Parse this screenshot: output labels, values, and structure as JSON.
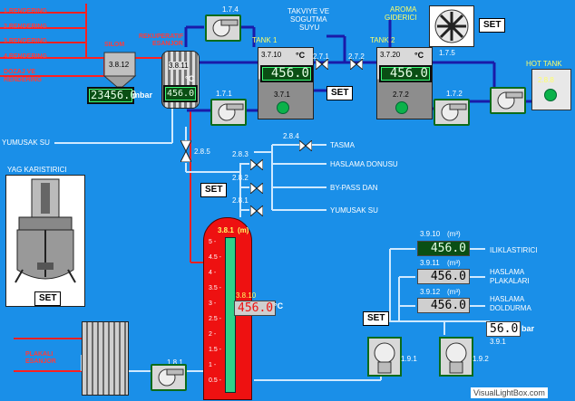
{
  "top_left_inputs": [
    "1.RENDERING",
    "2.RENDERING",
    "3.RENDERING",
    "4.RENDERING",
    "5.RENDERING"
  ],
  "dosing_input": [
    "DOZAJ VE",
    "RENDERING"
  ],
  "silo": {
    "name": "SILOM",
    "tag": "3.8.12",
    "pressure": "23456.0",
    "pressure_unit": "mbar"
  },
  "heat_exchanger": {
    "name": [
      "REKUPERATIF",
      "ESANJOR"
    ],
    "tag": "3.8.11",
    "temp_unit": "°C",
    "value": "456.0"
  },
  "pump_174": "1.7.4",
  "cooling_label": [
    "TAKVIYE VE",
    "SOGUTMA",
    "SUYU"
  ],
  "aroma_label": [
    "AROMA",
    "GIDERICI"
  ],
  "fan_tag": "1.7.5",
  "hot_tank_label": "HOT TANK",
  "hot_tank_tag": "2.8.8",
  "tank1": {
    "name": "TANK 1",
    "tag": "3.7.10",
    "unit": "°C",
    "value": "456.0",
    "level_tag": "3.7.1"
  },
  "tank2": {
    "name": "TANK 2",
    "tag": "3.7.20",
    "unit": "°C",
    "value": "456.0",
    "level_tag": "2.7.2"
  },
  "valve_271": "2.7.1",
  "valve_272": "2.7.2",
  "pump_171": "1.7.1",
  "pump_172": "1.7.2",
  "set_label": "SET",
  "yumusak_su": "YUMUSAK SU",
  "valve_285": "2.8.5",
  "dest_valves": [
    {
      "tag": "2.8.4",
      "label": "TASMA"
    },
    {
      "tag": "2.8.3",
      "label": "HASLAMA DONUSU"
    },
    {
      "tag": "2.8.2",
      "label": "BY-PASS DAN"
    },
    {
      "tag": "2.8.1",
      "label": "YUMUSAK SU"
    }
  ],
  "mixer_label": "YAG KARISTIRICI",
  "big_tank": {
    "level_tag": "3.8.1",
    "level_unit": "(m)",
    "temp_tag": "3.8.10",
    "temp_value": "456.0",
    "temp_unit": "°C",
    "scale": [
      "5",
      "4.5",
      "4",
      "3.5",
      "3",
      "2.5",
      "2",
      "1.5",
      "1",
      "0.5"
    ]
  },
  "plate_hx_label": [
    "PLAKALI",
    "ESANJOR"
  ],
  "pump_181": "1.8.1",
  "flow_meters": [
    {
      "tag": "3.9.10",
      "unit": "(m³)",
      "value": "456.0",
      "label": [
        "ILIKLASTIRICI"
      ]
    },
    {
      "tag": "3.9.11",
      "unit": "(m³)",
      "value": "456.0",
      "label": [
        "HASLAMA",
        "PLAKALARI"
      ]
    },
    {
      "tag": "3.9.12",
      "unit": "(m³)",
      "value": "456.0",
      "label": [
        "HASLAMA",
        "DOLDURMA"
      ]
    }
  ],
  "bar_reading": {
    "value": "56.0",
    "unit": "bar",
    "tag": "3.9.1"
  },
  "pump_191": "1.9.1",
  "pump_192": "1.9.2",
  "watermark": "VisualLightBox.com",
  "colors": {
    "background": "#1a8fe8",
    "pipe_red": "#ff2020",
    "pipe_navy": "#1a1aa8",
    "pipe_light": "#cfe9ff",
    "tank_red": "#ee1111",
    "lcd": "#0a4f14"
  }
}
